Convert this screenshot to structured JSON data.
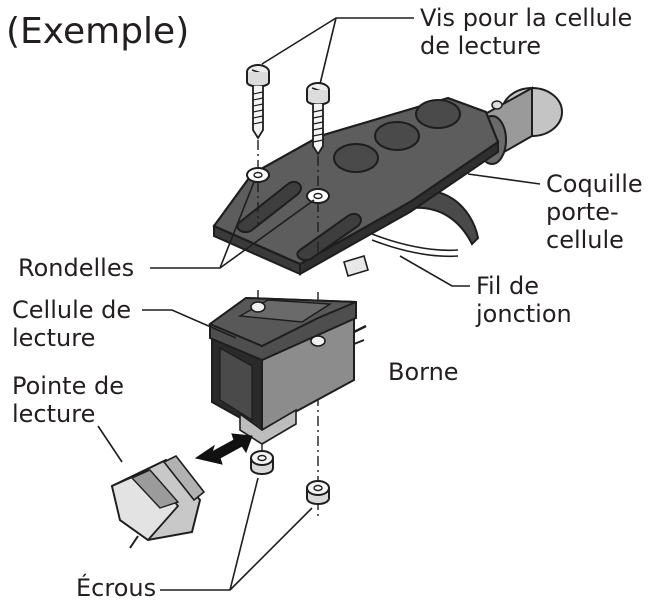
{
  "title": "(Exemple)",
  "labels": {
    "screws": [
      "Vis pour la cellule",
      "de lecture"
    ],
    "headshell": [
      "Coquille",
      "porte-",
      "cellule"
    ],
    "washers": "Rondelles",
    "lead_wire": [
      "Fil de",
      "jonction"
    ],
    "cartridge": [
      "Cellule de",
      "lecture"
    ],
    "terminal": "Borne",
    "stylus": [
      "Pointe de",
      "lecture"
    ],
    "nuts": "Écrous"
  }
}
